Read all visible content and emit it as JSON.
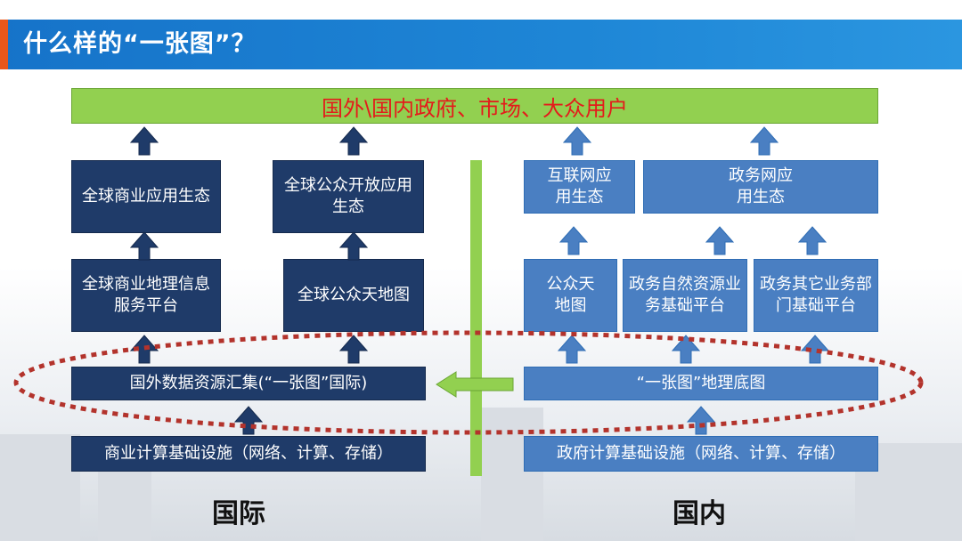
{
  "header": {
    "title": "什么样的“一张图”？"
  },
  "diagram": {
    "top_bar": "国外\\国内政府、市场、大众用户",
    "international": {
      "app_commercial": "全球商业应用生态",
      "app_public": "全球公众开放应用生态",
      "platform_commercial": "全球商业地理信息服务平台",
      "platform_public": "全球公众天地图",
      "data_collection": "国外数据资源汇集(“一张图”国际)",
      "infrastructure": "商业计算基础设施（网络、计算、存储）",
      "label": "国际"
    },
    "domestic": {
      "app_internet": "互联网应用生态",
      "app_gov": "政务网应用生态",
      "platform_public": "公众天地图",
      "platform_natural": "政务自然资源业务基础平台",
      "platform_other": "政务其它业务部门基础平台",
      "basemap": "“一张图”地理底图",
      "infrastructure": "政府计算基础设施（网络、计算、存储）",
      "label": "国内"
    }
  }
}
